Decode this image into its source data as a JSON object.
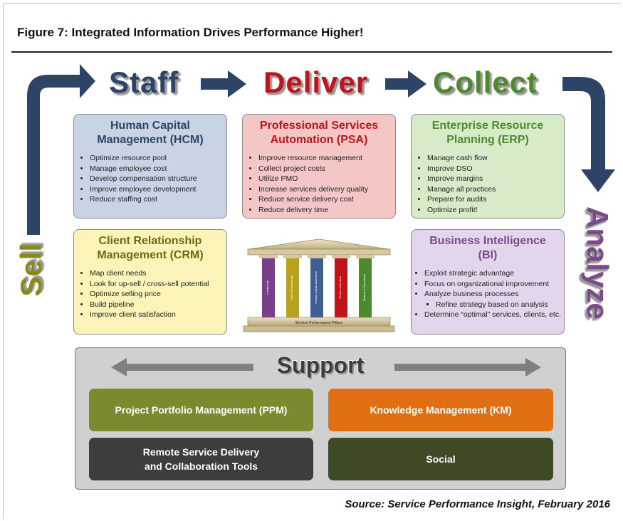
{
  "figure_title": "Figure 7:  Integrated Information Drives Performance Higher!",
  "source": "Source: Service Performance Insight, February 2016",
  "stages": {
    "staff": "Staff",
    "deliver": "Deliver",
    "collect": "Collect",
    "sell": "Sell",
    "analyze": "Analyze"
  },
  "colors": {
    "arrow_navy": "#2e4466",
    "staff": "#2e4466",
    "deliver": "#c0141b",
    "collect": "#4e8a2d",
    "sell": "#8a8a16",
    "analyze": "#7a4a8a"
  },
  "hcm": {
    "title": "Human Capital Management (HCM)",
    "items": [
      "Optimize resource pool",
      "Manage employee cost",
      "Develop compensation structure",
      "Improve employee development",
      "Reduce staffing cost"
    ]
  },
  "psa": {
    "title": "Professional Services Automation (PSA)",
    "items": [
      "Improve resource management",
      "Collect project costs",
      "Utilize PMO",
      "Increase services delivery quality",
      "Reduce service delivery cost",
      "Reduce delivery time"
    ]
  },
  "erp": {
    "title": "Enterprise Resource Planning (ERP)",
    "items": [
      "Manage cash flow",
      "Improve DSO",
      "Improve margins",
      "Manage all practices",
      "Prepare for audits",
      "Optimize profit!"
    ]
  },
  "crm": {
    "title": "Client Relationship Management (CRM)",
    "items": [
      "Map client needs",
      "Look for up-sell / cross-sell potential",
      "Optimize selling price",
      "Build pipeline",
      "Improve client satisfaction"
    ]
  },
  "bi": {
    "title": "Business Intelligence (BI)",
    "items": [
      "Exploit strategic advantage",
      "Focus on organizational improvement",
      "Analyze business processes"
    ],
    "sub_items": [
      "Refine strategy based on analysis"
    ],
    "items_after": [
      "Determine “optimal” services, clients, etc."
    ]
  },
  "pillars": {
    "base_label": "Service Performance Pillars",
    "labels": [
      "Leadership",
      "Client Relationships",
      "Human Capital Alignment",
      "Service Execution",
      "Finance & Operations"
    ]
  },
  "support": {
    "title": "Support",
    "ppm": "Project Portfolio Management (PPM)",
    "km": "Knowledge Management (KM)",
    "remote": "Remote Service Delivery and Collaboration Tools",
    "social": "Social"
  }
}
